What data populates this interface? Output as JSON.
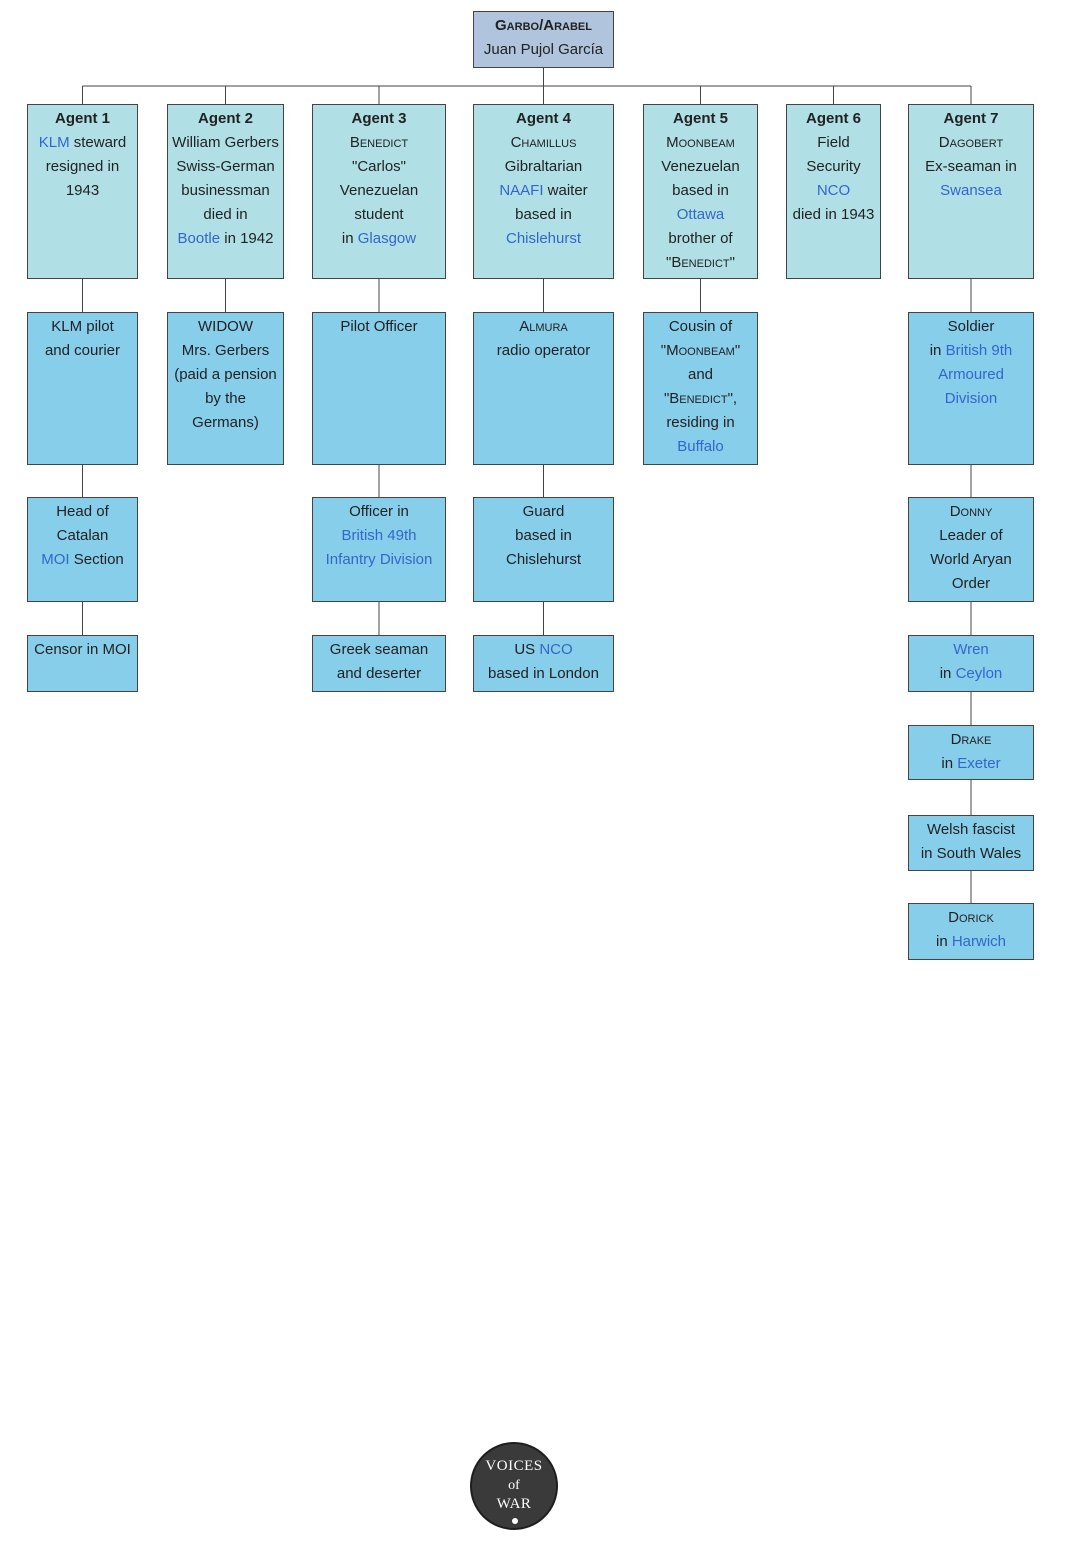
{
  "org_chart": {
    "root": {
      "lines": [
        [
          {
            "t": "Garbo/Arabel",
            "s": "bold sc"
          }
        ],
        [
          {
            "t": "Juan Pujol García"
          }
        ]
      ]
    },
    "columns": [
      {
        "agent": {
          "lines": [
            [
              {
                "t": "Agent 1",
                "s": "bold"
              }
            ],
            [
              {
                "t": "KLM",
                "s": "link"
              },
              {
                "t": " steward"
              }
            ],
            [
              {
                "t": "resigned in"
              }
            ],
            [
              {
                "t": "1943"
              }
            ]
          ]
        },
        "subs": [
          {
            "lines": [
              [
                {
                  "t": "KLM pilot"
                }
              ],
              [
                {
                  "t": "and courier"
                }
              ]
            ]
          },
          {
            "lines": [
              [
                {
                  "t": "Head of"
                }
              ],
              [
                {
                  "t": "Catalan"
                }
              ],
              [
                {
                  "t": "MOI",
                  "s": "link"
                },
                {
                  "t": " Section"
                }
              ]
            ]
          },
          {
            "lines": [
              [
                {
                  "t": "Censor in MOI"
                }
              ]
            ]
          }
        ]
      },
      {
        "agent": {
          "lines": [
            [
              {
                "t": "Agent 2",
                "s": "bold"
              }
            ],
            [
              {
                "t": "William Gerbers"
              }
            ],
            [
              {
                "t": "Swiss-German"
              }
            ],
            [
              {
                "t": "businessman"
              }
            ],
            [
              {
                "t": "died in"
              }
            ],
            [
              {
                "t": "Bootle",
                "s": "link"
              },
              {
                "t": " in 1942"
              }
            ]
          ]
        },
        "subs": [
          {
            "lines": [
              [
                {
                  "t": "WIDOW"
                }
              ],
              [
                {
                  "t": "Mrs. Gerbers"
                }
              ],
              [
                {
                  "t": "(paid a pension"
                }
              ],
              [
                {
                  "t": "by the"
                }
              ],
              [
                {
                  "t": "Germans)"
                }
              ]
            ]
          }
        ]
      },
      {
        "agent": {
          "lines": [
            [
              {
                "t": "Agent 3",
                "s": "bold"
              }
            ],
            [
              {
                "t": "Benedict",
                "s": "sc"
              }
            ],
            [
              {
                "t": "\"Carlos\""
              }
            ],
            [
              {
                "t": "Venezuelan"
              }
            ],
            [
              {
                "t": "student"
              }
            ],
            [
              {
                "t": "in "
              },
              {
                "t": "Glasgow",
                "s": "link"
              }
            ]
          ]
        },
        "subs": [
          {
            "lines": [
              [
                {
                  "t": "Pilot Officer"
                }
              ]
            ]
          },
          {
            "lines": [
              [
                {
                  "t": "Officer in"
                }
              ],
              [
                {
                  "t": "British 49th",
                  "s": "link"
                }
              ],
              [
                {
                  "t": "Infantry Division",
                  "s": "link"
                }
              ]
            ]
          },
          {
            "lines": [
              [
                {
                  "t": "Greek seaman"
                }
              ],
              [
                {
                  "t": "and deserter"
                }
              ]
            ]
          }
        ]
      },
      {
        "agent": {
          "lines": [
            [
              {
                "t": "Agent 4",
                "s": "bold"
              }
            ],
            [
              {
                "t": "Chamillus",
                "s": "sc"
              }
            ],
            [
              {
                "t": "Gibraltarian"
              }
            ],
            [
              {
                "t": "NAAFI",
                "s": "link"
              },
              {
                "t": " waiter"
              }
            ],
            [
              {
                "t": "based in"
              }
            ],
            [
              {
                "t": "Chislehurst",
                "s": "link"
              }
            ]
          ]
        },
        "subs": [
          {
            "lines": [
              [
                {
                  "t": "Almura",
                  "s": "sc"
                }
              ],
              [
                {
                  "t": "radio operator"
                }
              ]
            ]
          },
          {
            "lines": [
              [
                {
                  "t": "Guard"
                }
              ],
              [
                {
                  "t": "based in"
                }
              ],
              [
                {
                  "t": "Chislehurst"
                }
              ]
            ]
          },
          {
            "lines": [
              [
                {
                  "t": "US "
                },
                {
                  "t": "NCO",
                  "s": "link"
                }
              ],
              [
                {
                  "t": "based in London"
                }
              ]
            ]
          }
        ]
      },
      {
        "agent": {
          "lines": [
            [
              {
                "t": "Agent 5",
                "s": "bold"
              }
            ],
            [
              {
                "t": "Moonbeam",
                "s": "sc"
              }
            ],
            [
              {
                "t": "Venezuelan"
              }
            ],
            [
              {
                "t": "based in"
              }
            ],
            [
              {
                "t": "Ottawa",
                "s": "link"
              }
            ],
            [
              {
                "t": "brother of"
              }
            ],
            [
              {
                "t": "\""
              },
              {
                "t": "Benedict",
                "s": "sc"
              },
              {
                "t": "\""
              }
            ]
          ]
        },
        "subs": [
          {
            "lines": [
              [
                {
                  "t": "Cousin of"
                }
              ],
              [
                {
                  "t": "\""
                },
                {
                  "t": "Moonbeam",
                  "s": "sc"
                },
                {
                  "t": "\""
                }
              ],
              [
                {
                  "t": "and"
                }
              ],
              [
                {
                  "t": "\""
                },
                {
                  "t": "Benedict",
                  "s": "sc"
                },
                {
                  "t": "\","
                }
              ],
              [
                {
                  "t": "residing in"
                }
              ],
              [
                {
                  "t": "Buffalo",
                  "s": "link"
                }
              ]
            ]
          }
        ]
      },
      {
        "agent": {
          "lines": [
            [
              {
                "t": "Agent 6",
                "s": "bold"
              }
            ],
            [
              {
                "t": "Field"
              }
            ],
            [
              {
                "t": "Security"
              }
            ],
            [
              {
                "t": "NCO",
                "s": "link"
              }
            ],
            [
              {
                "t": "died in 1943"
              }
            ]
          ]
        },
        "subs": []
      },
      {
        "agent": {
          "lines": [
            [
              {
                "t": "Agent 7",
                "s": "bold"
              }
            ],
            [
              {
                "t": "Dagobert",
                "s": "sc"
              }
            ],
            [
              {
                "t": "Ex-seaman in"
              }
            ],
            [
              {
                "t": "Swansea",
                "s": "link"
              }
            ]
          ]
        },
        "subs": [
          {
            "lines": [
              [
                {
                  "t": "Soldier"
                }
              ],
              [
                {
                  "t": "in "
                },
                {
                  "t": "British 9th",
                  "s": "link"
                }
              ],
              [
                {
                  "t": "Armoured",
                  "s": "link"
                }
              ],
              [
                {
                  "t": "Division",
                  "s": "link"
                }
              ]
            ]
          },
          {
            "lines": [
              [
                {
                  "t": "Donny",
                  "s": "sc"
                }
              ],
              [
                {
                  "t": "Leader of"
                }
              ],
              [
                {
                  "t": "World Aryan"
                }
              ],
              [
                {
                  "t": "Order"
                }
              ]
            ]
          },
          {
            "lines": [
              [
                {
                  "t": "Wren",
                  "s": "link"
                }
              ],
              [
                {
                  "t": "in "
                },
                {
                  "t": "Ceylon",
                  "s": "link"
                }
              ]
            ]
          },
          {
            "lines": [
              [
                {
                  "t": "Drake",
                  "s": "sc"
                }
              ],
              [
                {
                  "t": "in "
                },
                {
                  "t": "Exeter",
                  "s": "link"
                }
              ]
            ]
          },
          {
            "lines": [
              [
                {
                  "t": "Welsh fascist"
                }
              ],
              [
                {
                  "t": "in South Wales"
                }
              ]
            ]
          },
          {
            "lines": [
              [
                {
                  "t": "Dorick",
                  "s": "sc"
                }
              ],
              [
                {
                  "t": "in "
                },
                {
                  "t": "Harwich",
                  "s": "link"
                }
              ]
            ]
          }
        ]
      }
    ]
  },
  "logo": {
    "line1": "VOICES",
    "line2": "of",
    "line3": "WAR"
  },
  "colors": {
    "root_fill": "#b0c4de",
    "agent_fill": "#b0e0e6",
    "sub_fill": "#87ceeb",
    "link_text": "#3366cc",
    "border": "#444444"
  }
}
